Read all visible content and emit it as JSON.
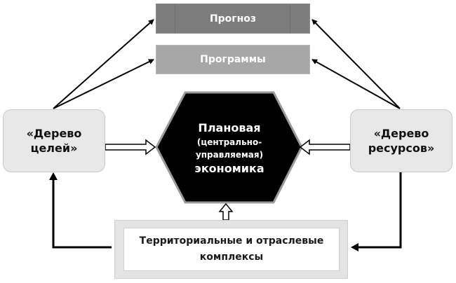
{
  "diagram": {
    "top_boxes": {
      "forecast": {
        "label": "Прогноз",
        "color": "#7d7d7d"
      },
      "programs": {
        "label": "Программы",
        "color": "#a7a7a7"
      }
    },
    "goal_tree": {
      "line1": "«Дерево",
      "line2": "целей»"
    },
    "resource_tree": {
      "line1": "«Дерево",
      "line2": "ресурсов»"
    },
    "center": {
      "line1": "Плановая",
      "line2": "(централь­но-",
      "line3": "управляемая)",
      "line4": "экономика",
      "fill": "#000000",
      "border": "#9a9a9a"
    },
    "bottom": {
      "line1": "Территориальные и отраслевые",
      "line2": "комплексы"
    },
    "connections": [
      {
        "from": "goal_tree",
        "to": "forecast",
        "style": "thin-arrow"
      },
      {
        "from": "goal_tree",
        "to": "programs",
        "style": "thin-arrow"
      },
      {
        "from": "resource_tree",
        "to": "forecast",
        "style": "thin-arrow"
      },
      {
        "from": "resource_tree",
        "to": "programs",
        "style": "thin-arrow"
      },
      {
        "from": "goal_tree",
        "to": "center",
        "style": "hollow-arrow"
      },
      {
        "from": "resource_tree",
        "to": "center",
        "style": "hollow-arrow"
      },
      {
        "from": "bottom",
        "to": "center",
        "style": "hollow-arrow"
      },
      {
        "from": "bottom",
        "to": "goal_tree",
        "style": "thick-elbow-arrow"
      },
      {
        "from": "resource_tree",
        "to": "bottom",
        "style": "thick-elbow-arrow"
      }
    ]
  }
}
